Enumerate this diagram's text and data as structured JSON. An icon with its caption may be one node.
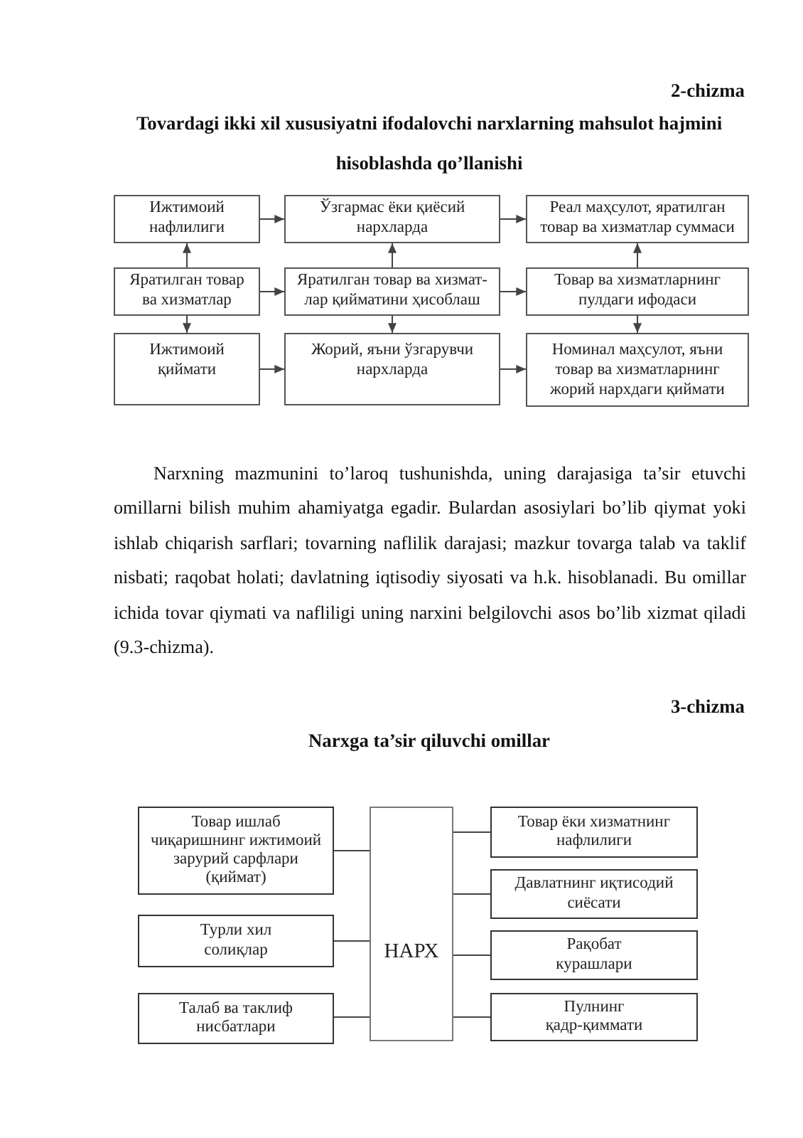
{
  "diagram": {
    "title": "Tovardagi ikki xil xususiyatni ifodalovchi narxlarning mahsulot hajmini hisoblashda qo’llanishi",
    "nodes": [
      {
        "text": [
          "Ижтимоий нафлилиги"
        ]
      },
      {
        "text": [
          "Ўзгармас ёки қиёсий нархларда"
        ]
      },
      {
        "text": [
          "Реал маҳсулот, яратилган товар ва хизматлар суммаси"
        ]
      },
      {
        "text": [
          "Яратилган товар ва хизматлар"
        ]
      },
      {
        "text": [
          "Яратилган товар ва хизмат-лар қийматини ҳисоблаш"
        ]
      },
      {
        "text": [
          "Товар ва хизматларнинг пулдаги ифодаси"
        ]
      },
      {
        "text": [
          "Ижтимоий қиймати"
        ]
      },
      {
        "text": [
          "Жорий, яъни ўзгарувчи нархларда"
        ]
      },
      {
        "text": [
          "Номинал маҳсулот, яъни товар ва хизматларнинг жорий нархдаги қиймати"
        ]
      },
      {
        "text": [
          "Товар ишлаб чиқаришнинг ижтимоий зарурий сарфлари (қиймат)"
        ]
      },
      {
        "text": [
          "Турли хил солиқлар"
        ]
      },
      {
        "text": [
          "Талаб ва таклиф нисбатлари"
        ]
      },
      {
        "text": [
          "НАРХ"
        ]
      },
      {
        "text": [
          "Товар ёки хизматнинг нафлилиги"
        ]
      },
      {
        "text": [
          "Давлатнинг иқтисодий сиёсати"
        ]
      },
      {
        "text": [
          "Рақобат курашлари"
        ]
      },
      {
        "text": [
          "Пулнинг қадр-қиммати"
        ]
      }
    ],
    "edges": [
      {
        "from": 0,
        "to": 1,
        "arrow": "to"
      },
      {
        "from": 1,
        "to": 2,
        "arrow": "to"
      },
      {
        "from": 3,
        "to": 0,
        "arrow": "to"
      },
      {
        "from": 3,
        "to": 4,
        "arrow": "to"
      },
      {
        "from": 3,
        "to": 6,
        "arrow": "to"
      },
      {
        "from": 4,
        "to": 1,
        "arrow": "to"
      },
      {
        "from": 4,
        "to": 5,
        "arrow": "to"
      },
      {
        "from": 4,
        "to": 7,
        "arrow": "to"
      },
      {
        "from": 5,
        "to": 2,
        "arrow": "to"
      },
      {
        "from": 5,
        "to": 8,
        "arrow": "to"
      },
      {
        "from": 6,
        "to": 7,
        "arrow": "to"
      },
      {
        "from": 7,
        "to": 8,
        "arrow": "to"
      },
      {
        "from": 9,
        "to": 12,
        "arrow": "none"
      },
      {
        "from": 10,
        "to": 12,
        "arrow": "none"
      },
      {
        "from": 11,
        "to": 12,
        "arrow": "none"
      },
      {
        "from": 13,
        "to": 12,
        "arrow": "none"
      },
      {
        "from": 14,
        "to": 12,
        "arrow": "none"
      },
      {
        "from": 15,
        "to": 12,
        "arrow": "none"
      },
      {
        "from": 16,
        "to": 12,
        "arrow": "none"
      }
    ],
    "labels": [
      "2-chizma",
      "Narxning mazmunini to’laroq tushunishda, uning darajasiga ta’sir etuvchi omillarni bilish muhim ahamiyatga egadir. Bulardan asosiylari bo’lib qiymat yoki ishlab chiqarish sarflari; tovarning naflilik darajasi; mazkur tovarga talab va taklif nisbati; raqobat holati; davlatning iqtisodiy siyosati va h.k. hisoblanadi. Bu omillar ichida tovar qiymati va nafliligi uning narxini belgilovchi asos bo’lib xizmat qiladi (9.3-chizma).",
      "3-chizma",
      "Narxga ta’sir qiluvchi omillar"
    ]
  }
}
